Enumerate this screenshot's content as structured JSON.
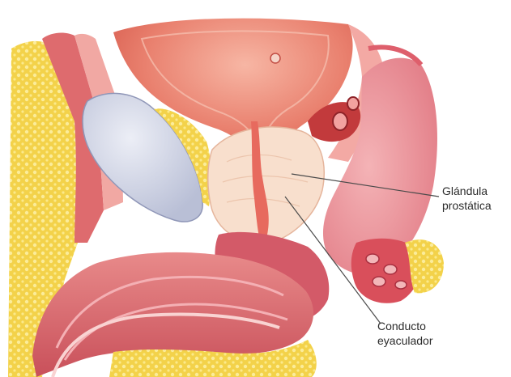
{
  "labels": {
    "prostate_gland": {
      "line1": "Glándula",
      "line2": "prostática"
    },
    "ejaculatory_duct": {
      "line1": "Conducto",
      "line2": "eyaculador"
    }
  }
}
